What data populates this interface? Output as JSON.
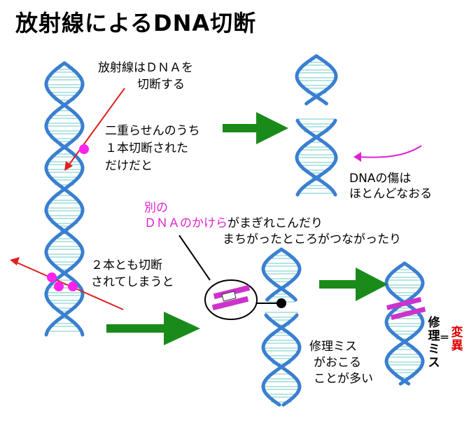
{
  "title": "放射線によるDNA切断",
  "labels": {
    "radiation_cuts": [
      "放射線はＤＮＡを",
      "切断する"
    ],
    "single_strand": [
      "二重らせんのうち",
      "１本切断された",
      "だけだと"
    ],
    "repair_ok": [
      "DNAの傷は",
      "ほとんどなおる"
    ],
    "double_strand": [
      "２本とも切断",
      "されてしまうと"
    ],
    "fragment_prefix": "別の",
    "fragment_pink": "ＤＮＡのかけら",
    "fragment_rest": "がまぎれこんだり",
    "misjoin": "まちがったところがつながったり",
    "repair_errors": [
      "修理ミス",
      "がおこる",
      "ことが多い"
    ],
    "misrepair": "修理ミス",
    "equals": "＝",
    "mutation": "変異"
  },
  "colors": {
    "arrow_green": "#1a8a1a",
    "arrow_red": "#e02020",
    "break_point": "#ff22ee",
    "strand": "#3a7fd0",
    "rung": "#6ec8c8",
    "fragment": "#cc33cc"
  }
}
